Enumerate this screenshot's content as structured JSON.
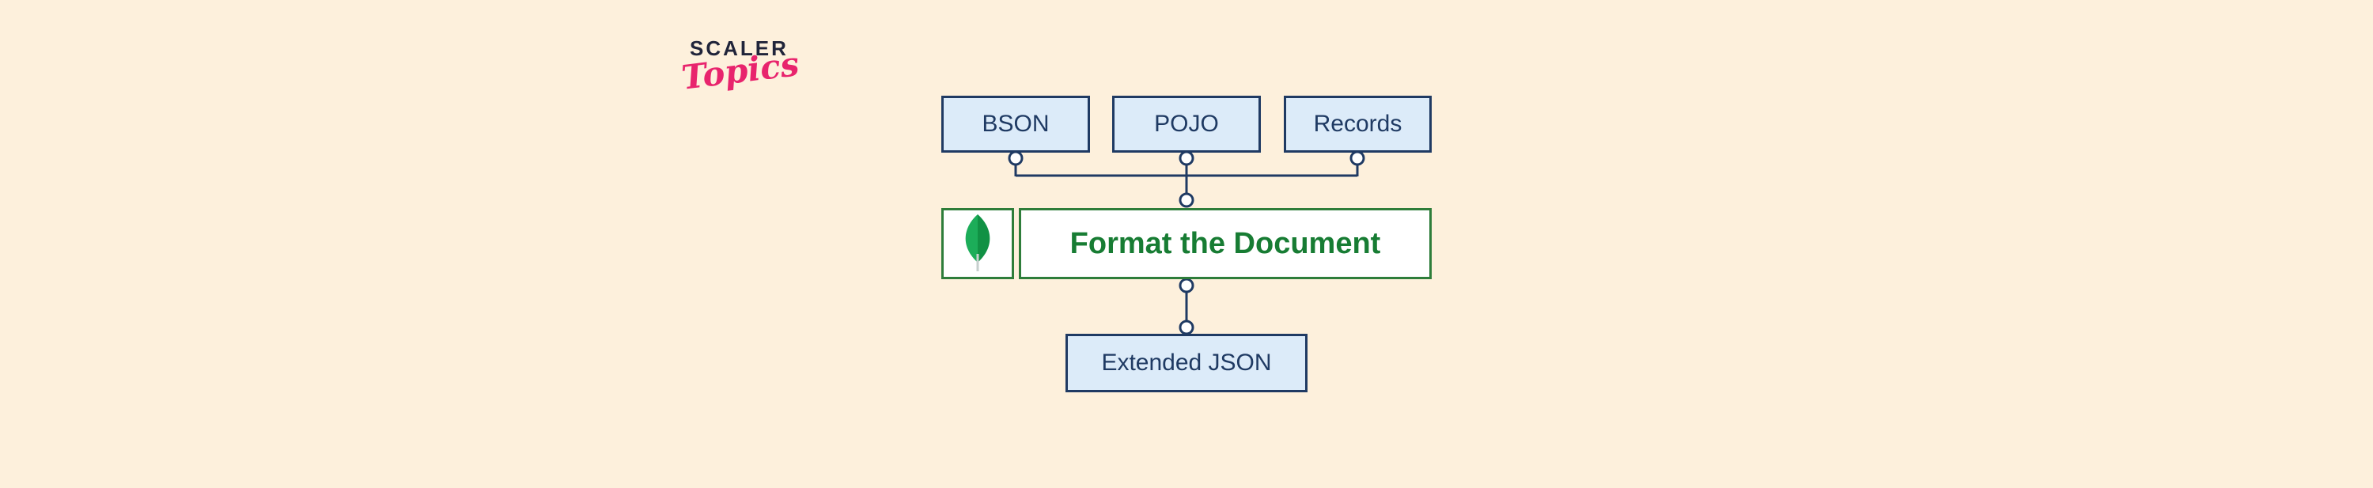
{
  "canvas": {
    "background_color": "#fdf0dc"
  },
  "logo": {
    "brand": "SCALER",
    "word": "Topics",
    "brand_color": "#20243a",
    "word_color": "#e8246d"
  },
  "diagram": {
    "top_row": [
      {
        "label": "BSON"
      },
      {
        "label": "POJO"
      },
      {
        "label": "Records"
      }
    ],
    "center": {
      "label": "Format the Document",
      "icon": "mongodb-leaf"
    },
    "bottom": {
      "label": "Extended JSON"
    },
    "colors": {
      "node_fill": "#dcebf9",
      "node_border": "#1f3a63",
      "node_text": "#1f3a63",
      "center_fill": "#ffffff",
      "center_border": "#2e7d3a",
      "center_text": "#177c33",
      "connector": "#1f3a63",
      "leaf_green_light": "#1cad59",
      "leaf_green_dark": "#119144",
      "leaf_stem": "#c6cfcd"
    }
  }
}
